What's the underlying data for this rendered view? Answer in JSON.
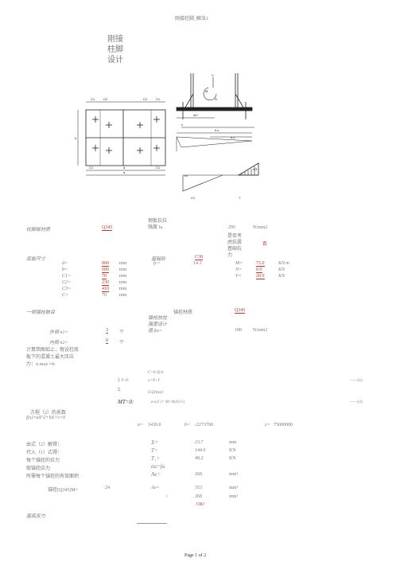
{
  "header": {
    "doc_title": "刚接柱脚_解法1"
  },
  "title": {
    "line1": "刚接",
    "line2": "柱脚",
    "line3": "设计"
  },
  "plate_labels": {
    "c1": "C1",
    "c2": "C2",
    "b": "b",
    "d": "d",
    "c3": "C3",
    "a": "a"
  },
  "side_labels": {
    "v": "V",
    "m": "M",
    "n": "N",
    "d2": "d/2",
    "x": "x",
    "d_minus_x": "d-x",
    "sigma": "σc",
    "x2": "x/3",
    "t": "T"
  },
  "material": {
    "label": "柱脚板材质",
    "value": "Q345",
    "strength_label_1": "钢板抗拉",
    "strength_label_2": "强度 fa",
    "strength_value": "295",
    "strength_unit": "N/mm2",
    "seismic_1": "是否考",
    "seismic_2": "虑抗震",
    "seismic_value": "否",
    "concrete_1": "基础抗",
    "concrete_2": "力"
  },
  "dims": {
    "header": "底板尺寸",
    "rows": [
      {
        "label": "d=",
        "value": "800",
        "unit": "mm"
      },
      {
        "label": "b=",
        "value": "600",
        "unit": "mm"
      },
      {
        "label": "C1=",
        "value": "70",
        "unit": "mm"
      },
      {
        "label": "C2=",
        "value": "230",
        "unit": "mm"
      },
      {
        "label": "C3=",
        "value": "410",
        "unit": "mm"
      },
      {
        "label": "C=",
        "value": "70",
        "unit": "mm"
      }
    ],
    "concrete_label": "基础砼",
    "concrete_value": "C30",
    "fc_label": "fc=",
    "fc_value": "14.3"
  },
  "loads": [
    {
      "label": "M=",
      "value": "75.0",
      "unit": "KN.m"
    },
    {
      "label": "N=",
      "value": "0.0",
      "unit": "KN"
    },
    {
      "label": "V=",
      "value": "20.0",
      "unit": "KN"
    }
  ],
  "bolts": {
    "count_header": "一侧锚栓数目",
    "material_label": "锚栓材质",
    "material_value": "Q345",
    "strength_1": "锚栓抗拉",
    "strength_2": "强度设计",
    "strength_3": "值 fta=",
    "strength_value": "180",
    "strength_unit": "N/mm2",
    "outer_label": "外侧 n1=",
    "outer_value": "3",
    "outer_unit": "个",
    "inner_label": "内侧 n2=",
    "inner_value": "0",
    "inner_unit": "个"
  },
  "assumption": {
    "line1": "计算简图如上，假设柱底",
    "line2": "板下的混凝土最大压应",
    "line3": "力：σ max =fc"
  },
  "equations": {
    "eq_top": "C=0.5fcb",
    "eq1_left": "Σ Y=0:",
    "eq1_right": "x=N+T",
    "eq1_num": "——(1)",
    "sigma": "Σ",
    "eq2_left": "MT=0:",
    "eq2_a": "0.5fcbx(d",
    "eq2_b": "a-x/3 )= M+N(d/2-c)",
    "eq2_num": "——(2)",
    "coef_label": "方程（2）的系数",
    "coef_formula": "f(x)=aX^2+bX+c=0",
    "a_label": "a=",
    "a_value": "1430.0",
    "b_label": "b=",
    "b_value": "-2273700",
    "c_label": "c=",
    "c_value": "75000000"
  },
  "results": [
    {
      "label": "由式（2）解得：",
      "sym": "X=",
      "value": "23.7",
      "unit": "mm"
    },
    {
      "label": "代入（1）式得：",
      "sym": "T=",
      "value": "144.6",
      "unit": "KN"
    },
    {
      "label": "每个锚栓的拉力",
      "sym": "T₁=",
      "value": "48.2",
      "unit": "KN"
    },
    {
      "label": "取锚栓应力",
      "sym": "σa=fa",
      "value": "",
      "unit": ""
    },
    {
      "label": "所需每个锚栓的有效面积",
      "sym": "Ae=",
      "value": "268",
      "unit": "mm²"
    }
  ],
  "bolt_check": {
    "label": "锚栓(Q345)M=",
    "size": "24",
    "sym": "Ae=",
    "value": "353",
    "unit": "mm²",
    "gt": ">",
    "req": "268",
    "req_unit": "mm²",
    "ok": "OK!"
  },
  "footer_section": {
    "label": "基底反力",
    "page": "Page 1 of 2"
  }
}
